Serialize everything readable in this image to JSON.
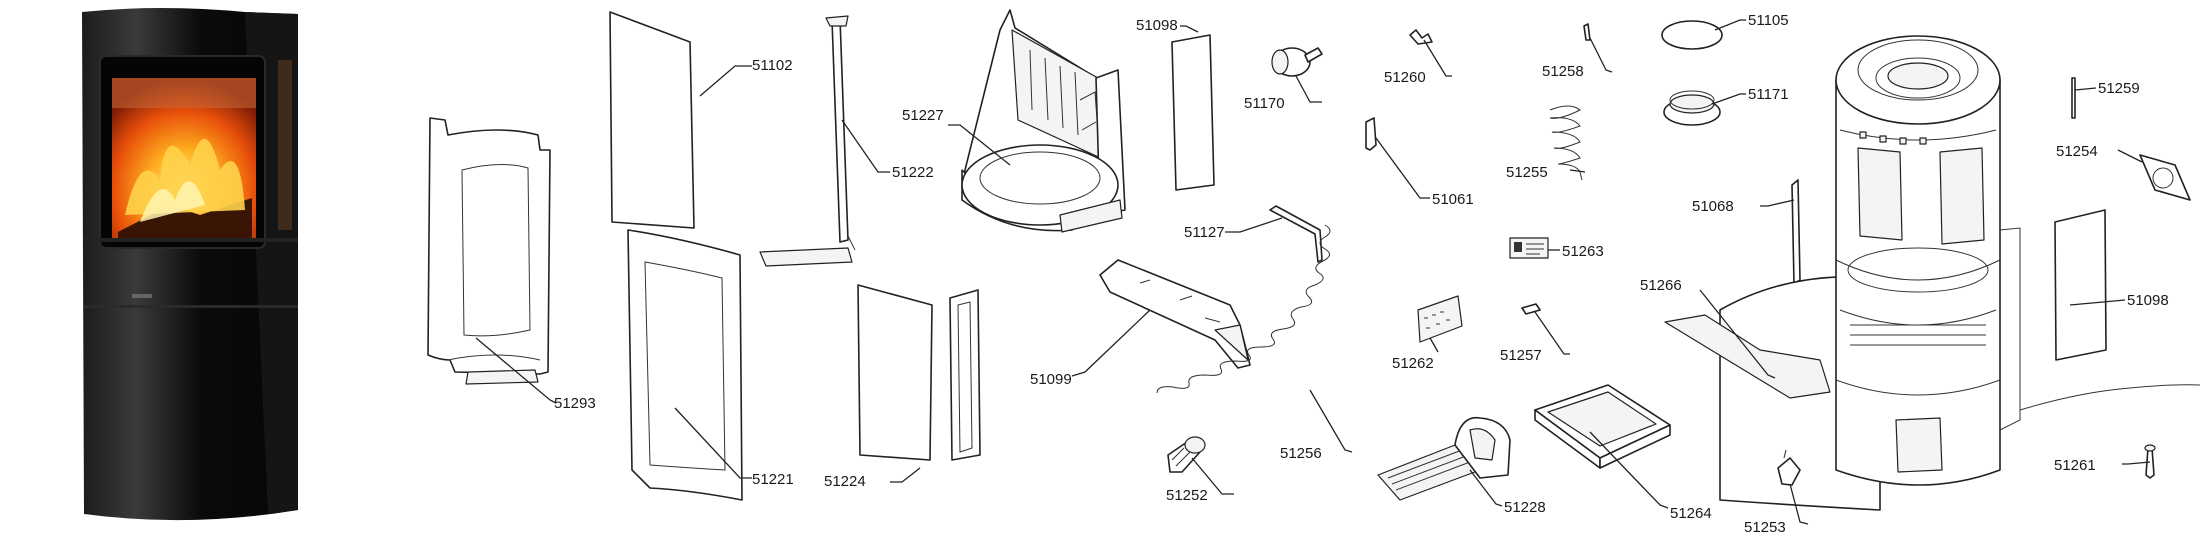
{
  "diagram": {
    "part_labels": [
      "51102",
      "51222",
      "51227",
      "51098",
      "51170",
      "51260",
      "51258",
      "51105",
      "51171",
      "51259",
      "51254",
      "51293",
      "51221",
      "51224",
      "51099",
      "51127",
      "51061",
      "51255",
      "51068",
      "51263",
      "51266",
      "51098",
      "51262",
      "51257",
      "51256",
      "51252",
      "51228",
      "51264",
      "51253",
      "51261"
    ]
  },
  "colors": {
    "stove_body": "#0d0d0d",
    "fire": "#f36a0a",
    "line_art": "#222222"
  }
}
